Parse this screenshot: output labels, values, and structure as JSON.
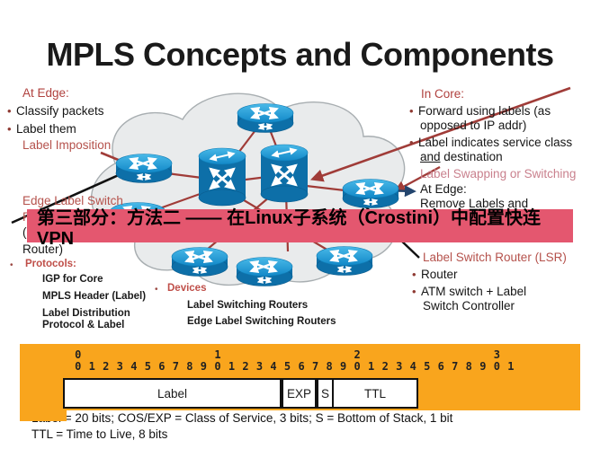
{
  "title": "MPLS Concepts and Components",
  "banner": {
    "text": "第三部分：方法二 —— 在Linux子系统（Crostini）中配置快连VPN",
    "bg_color": "#e4576f"
  },
  "left_column": {
    "at_edge_heading": "At Edge:",
    "bullet_char": "•",
    "bullet1": "Classify packets",
    "bullet2": "Label them",
    "label_imposition": "Label Imposition",
    "edge_switch_line1": "Edge Label Switch",
    "edge_switch_line2": "R",
    "edge_switch_line3": "(",
    "edge_switch_line4": "Router)",
    "protocols_heading": "Protocols:",
    "protocols_item1": "IGP for Core",
    "protocols_item2": "MPLS Header (Label)",
    "protocols_item3a": "Label Distribution",
    "protocols_item3b": "Protocol & Label"
  },
  "devices": {
    "heading": "Devices",
    "item1": "Label Switching Routers",
    "item2": "Edge Label Switching Routers"
  },
  "right_column": {
    "in_core_heading": "In Core:",
    "b1_line1": "Forward using labels (as",
    "b1_line2": "opposed to IP addr)",
    "b2_line1": "Label indicates service class",
    "b2_and": "and",
    "b2_rest": " destination",
    "label_swapping": "Label Swapping or Switching",
    "at_edge": "At Edge:",
    "remove_labels": "Remove Labels and",
    "lsr_heading": "Label Switch Router (LSR)",
    "b3": "Router",
    "b4_line1": "ATM switch + Label",
    "b4_line2": "Switch Controller"
  },
  "header_table": {
    "orange_color": "#f9a51d",
    "tens": [
      "0",
      "1",
      "2",
      "3"
    ],
    "bits": [
      "0",
      "1",
      "2",
      "3",
      "4",
      "5",
      "6",
      "7",
      "8",
      "9",
      "0",
      "1",
      "2",
      "3",
      "4",
      "5",
      "6",
      "7",
      "8",
      "9",
      "0",
      "1",
      "2",
      "3",
      "4",
      "5",
      "6",
      "7",
      "8",
      "9",
      "0",
      "1"
    ],
    "fields": [
      {
        "label": "Label"
      },
      {
        "label": "EXP"
      },
      {
        "label": "S"
      },
      {
        "label": "TTL"
      }
    ]
  },
  "footnote": {
    "line1": "Label = 20 bits; COS/EXP = Class of Service, 3 bits; S = Bottom of Stack, 1 bit",
    "line2": "TTL = Time to Live, 8 bits"
  },
  "diagram": {
    "cloud_fill": "#e9ebec",
    "router_blue": "#0d6fa8",
    "line_red": "#a03c38",
    "arrow_navy": "#23456e"
  }
}
